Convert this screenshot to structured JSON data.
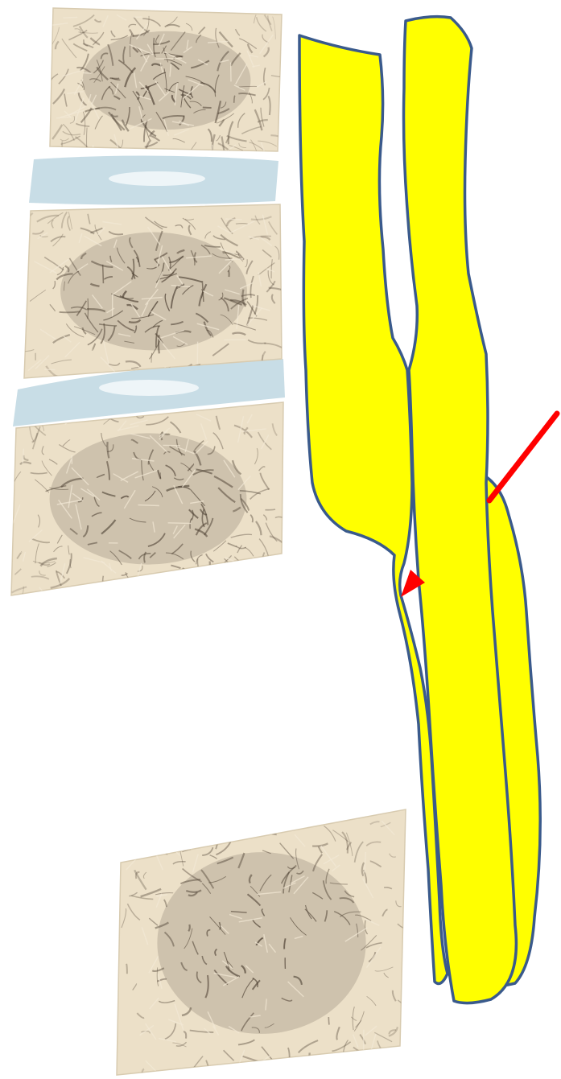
{
  "figure": {
    "kind": "anatomical-illustration",
    "vertebrae": [
      {
        "id": "upper",
        "texture": "trabecular-bone"
      },
      {
        "id": "middle",
        "texture": "trabecular-bone"
      },
      {
        "id": "lower",
        "texture": "trabecular-bone"
      },
      {
        "id": "bottom",
        "texture": "trabecular-bone"
      }
    ],
    "discs": [
      {
        "id": "disc-1",
        "state": "intact"
      },
      {
        "id": "disc-2",
        "state": "intact"
      }
    ],
    "nerve_roots": [
      {
        "id": "nerve-root-1",
        "color": "#ffff00"
      },
      {
        "id": "nerve-root-2",
        "color": "#ffff00"
      },
      {
        "id": "nerve-root-3",
        "color": "#ffff00"
      }
    ],
    "outline_color": "#3a5a8c",
    "arrows": [
      {
        "id": "arrow-long",
        "color": "#ff0000",
        "icon": "arrow-icon"
      },
      {
        "id": "arrow-short",
        "color": "#ff0000",
        "icon": "arrow-icon"
      }
    ],
    "bone_colors": {
      "body": "#ece0c8",
      "trabecular": "#4a3d30",
      "disc": "#c8dde6"
    }
  }
}
